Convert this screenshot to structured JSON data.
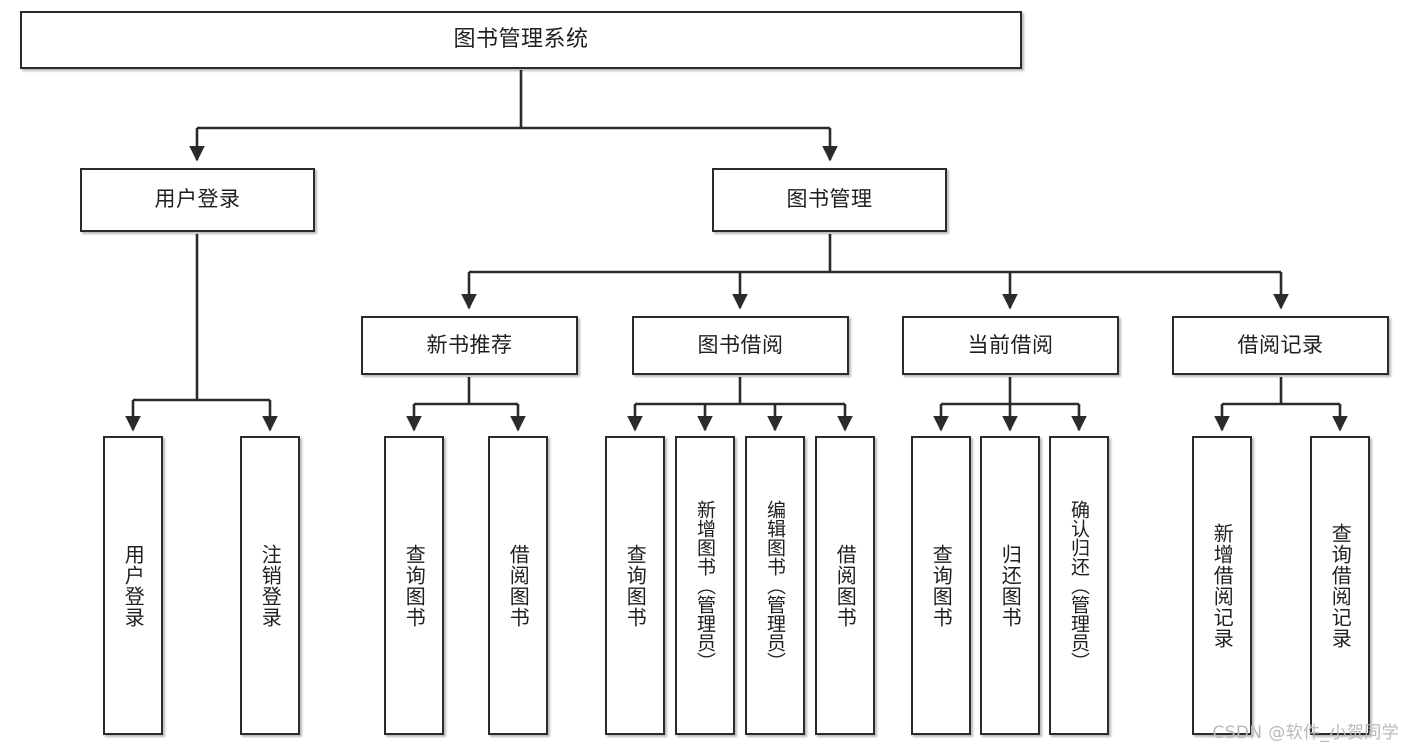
{
  "diagram": {
    "title": "图书管理系统",
    "type": "tree-hierarchy",
    "watermark": "CSDN @软件_小贺同学",
    "colors": {
      "stroke": "#2b2b2b",
      "fill": "#ffffff",
      "text": "#1f1f1f",
      "watermark": "#b9b9b9"
    },
    "root": {
      "id": "root",
      "label": "图书管理系统"
    },
    "level2": [
      {
        "id": "user-login",
        "label": "用户登录"
      },
      {
        "id": "book-manage",
        "label": "图书管理"
      }
    ],
    "level3": [
      {
        "id": "new-book-recommend",
        "label": "新书推荐"
      },
      {
        "id": "book-borrow",
        "label": "图书借阅"
      },
      {
        "id": "current-borrow",
        "label": "当前借阅"
      },
      {
        "id": "borrow-record",
        "label": "借阅记录"
      }
    ],
    "leaves": {
      "user_login": [
        {
          "id": "leaf-user-login",
          "label": "用户登录"
        },
        {
          "id": "leaf-logout-login",
          "label": "注销登录"
        }
      ],
      "new_book_recommend": [
        {
          "id": "leaf-query-book-1",
          "label": "查询图书"
        },
        {
          "id": "leaf-borrow-book-1",
          "label": "借阅图书"
        }
      ],
      "book_borrow": [
        {
          "id": "leaf-query-book-2",
          "label": "查询图书"
        },
        {
          "id": "leaf-add-book-admin",
          "label": "新增图书（管理员）"
        },
        {
          "id": "leaf-edit-book-admin",
          "label": "编辑图书（管理员）"
        },
        {
          "id": "leaf-borrow-book-2",
          "label": "借阅图书"
        }
      ],
      "current_borrow": [
        {
          "id": "leaf-query-book-3",
          "label": "查询图书"
        },
        {
          "id": "leaf-return-book",
          "label": "归还图书"
        },
        {
          "id": "leaf-confirm-return-admin",
          "label": "确认归还（管理员）"
        }
      ],
      "borrow_record": [
        {
          "id": "leaf-add-borrow-record",
          "label": "新增借阅记录"
        },
        {
          "id": "leaf-query-borrow-record",
          "label": "查询借阅记录"
        }
      ]
    }
  }
}
